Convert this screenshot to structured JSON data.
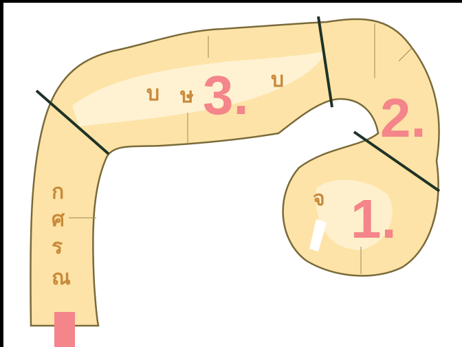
{
  "colors": {
    "frame_background": "#000000",
    "canvas_background": "#ffffff",
    "organ_fill": "#fde3a7",
    "organ_highlight": "#fff8e6",
    "organ_outline": "#7a6a3a",
    "divider_line": "#1f3326",
    "label_color": "#f4858a",
    "glyph_color": "#c98a3a"
  },
  "regions": [
    {
      "number": "1.",
      "description_shown": false
    },
    {
      "number": "2.",
      "description_shown": false
    },
    {
      "number": "3.",
      "description_shown": false
    }
  ],
  "glyphs": {
    "region3_row": [
      "บ",
      "ษ",
      "บ"
    ],
    "region1_mark": "จ",
    "left_column": [
      "ก",
      "ศ",
      "ร",
      "ณ"
    ]
  },
  "legend_marker": {
    "shape": "square",
    "color": "#f4858a"
  }
}
